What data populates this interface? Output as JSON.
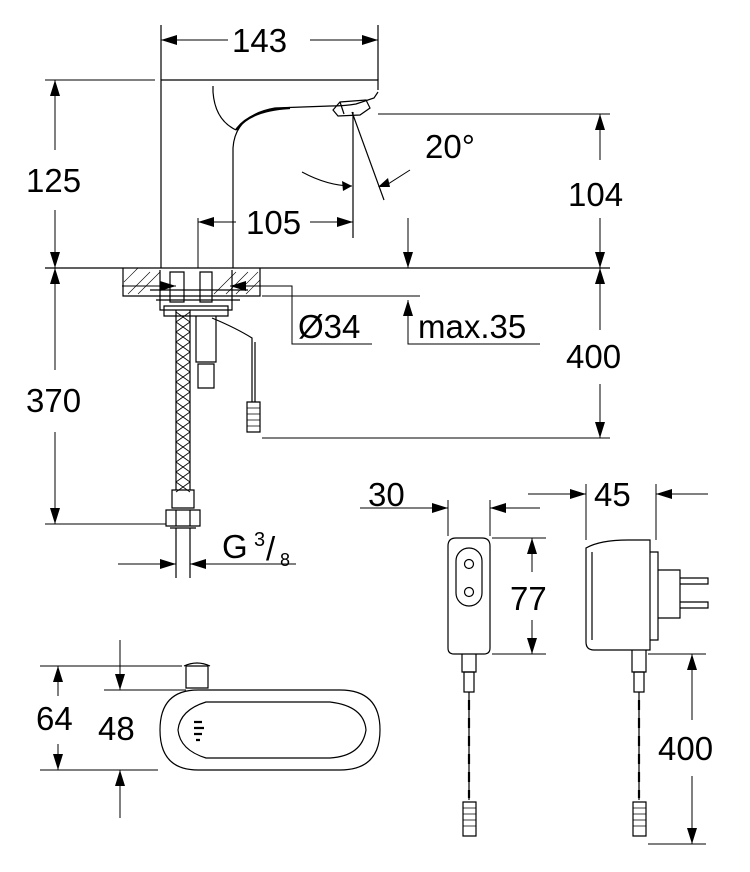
{
  "dimensions": {
    "spout_width": "143",
    "tap_height": "125",
    "spray_angle": "20°",
    "spout_height": "104",
    "spout_reach": "105",
    "hole_diameter": "Ø34",
    "max_thickness": "max.35",
    "cable_length_tap": "400",
    "hose_length": "370",
    "thread_main": "G",
    "thread_sup": "3",
    "thread_sub": "8",
    "adapter_width": "30",
    "adapter_height": "77",
    "adapter_depth": "45",
    "adapter_cable": "400",
    "lever_height": "64",
    "lever_inner": "48"
  }
}
